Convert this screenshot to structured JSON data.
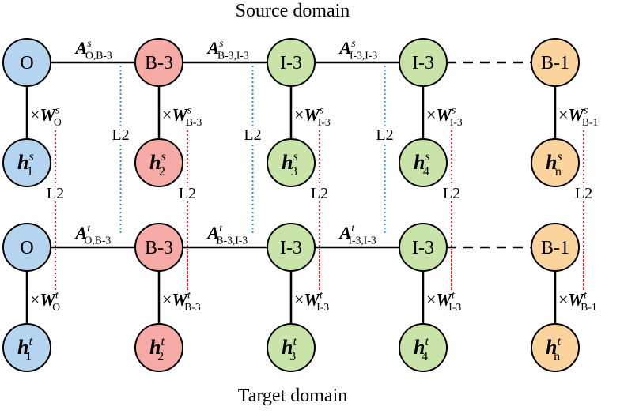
{
  "titles": {
    "source": "Source domain",
    "target": "Target domain"
  },
  "colors": {
    "O": "#b4d4ef",
    "B-3": "#f5aaa6",
    "I-3": "#c9e4a8",
    "B-1": "#fad49c",
    "edge": "#000000",
    "l2_blue": "#2f8fd0",
    "l2_red": "#d23030"
  },
  "domains": [
    {
      "key": "source",
      "sup": "s",
      "tags": [
        "O",
        "B-3",
        "I-3",
        "I-3",
        "B-1"
      ],
      "hiddens": [
        {
          "base": "h",
          "sub": "1"
        },
        {
          "base": "h",
          "sub": "2"
        },
        {
          "base": "h",
          "sub": "3"
        },
        {
          "base": "h",
          "sub": "4"
        },
        {
          "base": "h",
          "sub": "n"
        }
      ],
      "weights": [
        {
          "prefix": "×",
          "base": "W",
          "sub": "O"
        },
        {
          "prefix": "×",
          "base": "W",
          "sub": "B-3"
        },
        {
          "prefix": "×",
          "base": "W",
          "sub": "I-3"
        },
        {
          "prefix": "×",
          "base": "W",
          "sub": "I-3"
        },
        {
          "prefix": "×",
          "base": "W",
          "sub": "B-1"
        }
      ],
      "transitions": [
        {
          "base": "A",
          "sub": "O,B-3"
        },
        {
          "base": "A",
          "sub": "B-3,I-3"
        },
        {
          "base": "A",
          "sub": "I-3,I-3"
        }
      ]
    },
    {
      "key": "target",
      "sup": "t",
      "tags": [
        "O",
        "B-3",
        "I-3",
        "I-3",
        "B-1"
      ],
      "hiddens": [
        {
          "base": "h",
          "sub": "1"
        },
        {
          "base": "h",
          "sub": "2"
        },
        {
          "base": "h",
          "sub": "3"
        },
        {
          "base": "h",
          "sub": "4"
        },
        {
          "base": "h",
          "sub": "n"
        }
      ],
      "weights": [
        {
          "prefix": "×",
          "base": "W",
          "sub": "O"
        },
        {
          "prefix": "×",
          "base": "W",
          "sub": "B-3"
        },
        {
          "prefix": "×",
          "base": "W",
          "sub": "I-3"
        },
        {
          "prefix": "×",
          "base": "W",
          "sub": "I-3"
        },
        {
          "prefix": "×",
          "base": "W",
          "sub": "B-1"
        }
      ],
      "transitions": [
        {
          "base": "A",
          "sub": "O,B-3"
        },
        {
          "base": "A",
          "sub": "B-3,I-3"
        },
        {
          "base": "A",
          "sub": "I-3,I-3"
        }
      ]
    }
  ],
  "l2": {
    "label": "L2",
    "transition_links": 3,
    "hidden_links": 5,
    "weight_links": 4
  }
}
